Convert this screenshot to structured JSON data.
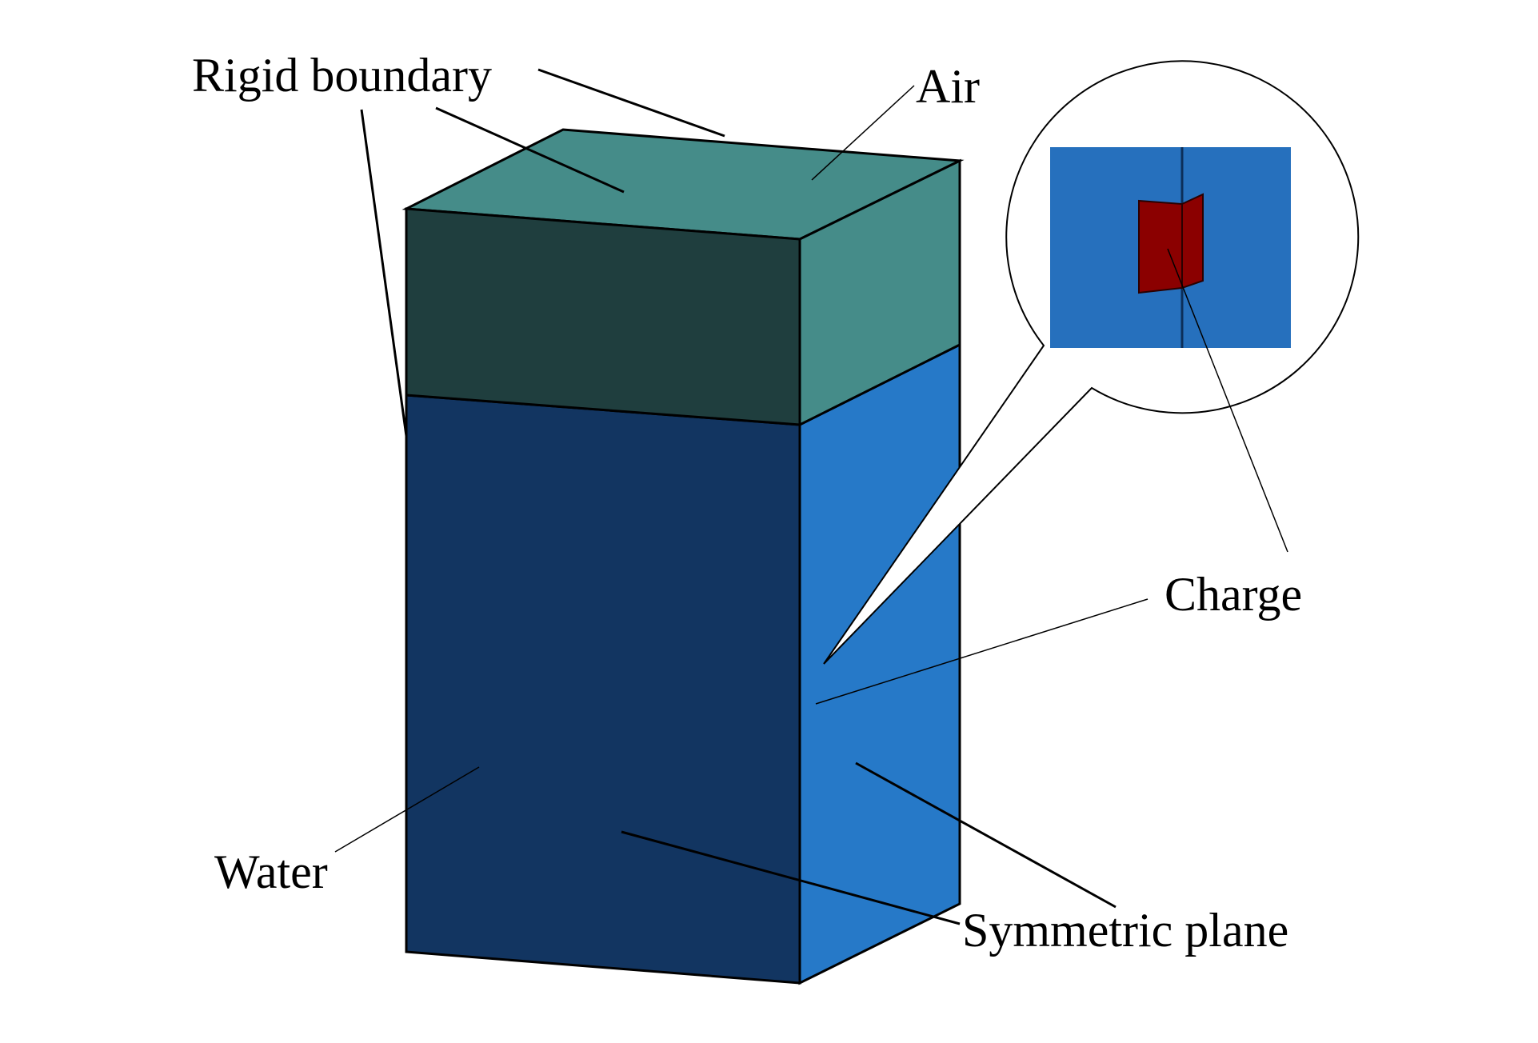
{
  "diagram": {
    "labels": {
      "rigid_boundary": "Rigid boundary",
      "air": "Air",
      "charge": "Charge",
      "water": "Water",
      "symmetric_plane": "Symmetric plane"
    },
    "colors": {
      "air_top": "#458c89",
      "air_front": "#1f3e3e",
      "air_side": "#458c89",
      "water_front": "#123561",
      "water_side": "#2679c8",
      "inset_background": "#2670bd",
      "charge": "#8b0000",
      "outline": "#000000",
      "background": "#ffffff"
    }
  }
}
